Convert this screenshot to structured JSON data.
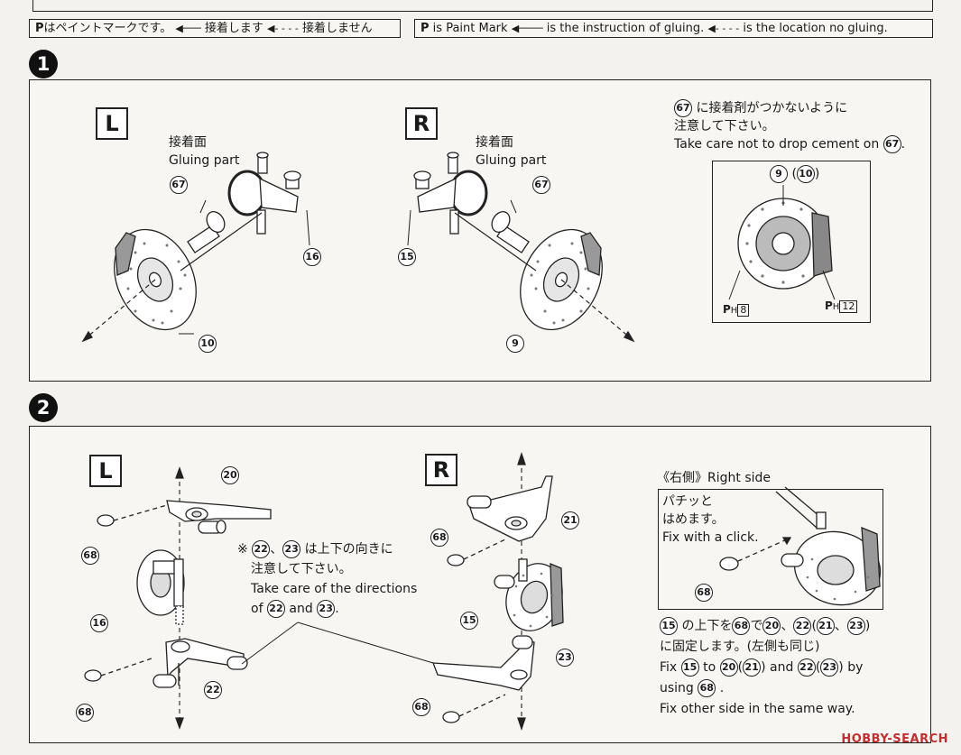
{
  "legend": {
    "jp": {
      "paint_text": "はペイントマークです。",
      "glue_text": "接着します",
      "noglue_text": "接着しません"
    },
    "en": {
      "paint_text": "is Paint Mark",
      "glue_text": "is the instruction of gluing.",
      "noglue_text": "is the location no gluing."
    },
    "paint_symbol": "P"
  },
  "step1": {
    "number": "1",
    "left_badge": "L",
    "right_badge": "R",
    "glue_label_jp": "接着面",
    "glue_label_en": "Gluing part",
    "parts_left": {
      "pin": "67",
      "knuckle": "16",
      "disc": "10"
    },
    "parts_right": {
      "pin": "67",
      "knuckle": "15",
      "disc": "9"
    },
    "note": {
      "jp_line1": "に接着剤がつかないように",
      "jp_line2": "注意して下さい。",
      "jp_part": "67",
      "en_text": "Take care not to drop cement on",
      "en_part": "67",
      "en_end": "."
    },
    "inset": {
      "disc_part": "9",
      "disc_alt": "10",
      "paint_left_sub": "H",
      "paint_left_num": "8",
      "paint_right_sub": "H",
      "paint_right_num": "12"
    }
  },
  "step2": {
    "number": "2",
    "left_badge": "L",
    "right_badge": "R",
    "parts_left": {
      "upper_arm": "20",
      "clip_top": "68",
      "knuckle": "16",
      "lower_arm": "22",
      "clip_bottom": "68"
    },
    "parts_right": {
      "upper_arm": "21",
      "clip_top": "68",
      "knuckle": "15",
      "lower_arm": "23",
      "clip_bottom": "68"
    },
    "note_center": {
      "jp_mark": "※",
      "jp_part_a": "22",
      "jp_sep": "、",
      "jp_part_b": "23",
      "jp_line1": "は上下の向きに",
      "jp_line2": "注意して下さい。",
      "en_line1": "Take care of the directions",
      "en_of": "of",
      "en_part_a": "22",
      "en_and": "and",
      "en_part_b": "23",
      "en_end": "."
    },
    "right_side": {
      "title": "《右側》Right  side",
      "inset_jp1": "パチッと",
      "inset_jp2": "はめます。",
      "inset_en": "Fix with a click.",
      "inset_part": "68"
    },
    "instructions": {
      "jp_line1_a": "15",
      "jp_line1_mid": "の上下を",
      "jp_line1_b": "68",
      "jp_line1_de": "で",
      "jp_line1_c": "20",
      "jp_line1_d": "22",
      "jp_line1_e": "21",
      "jp_line1_f": "23",
      "jp_line2": "に固定します。(左側も同じ)",
      "en_fix": "Fix",
      "en_to": "to",
      "en_and": "and",
      "en_by": "by",
      "en_using": "using",
      "en_line4": "Fix other side in the same way."
    }
  },
  "watermark": "HOBBY-SEARCH"
}
